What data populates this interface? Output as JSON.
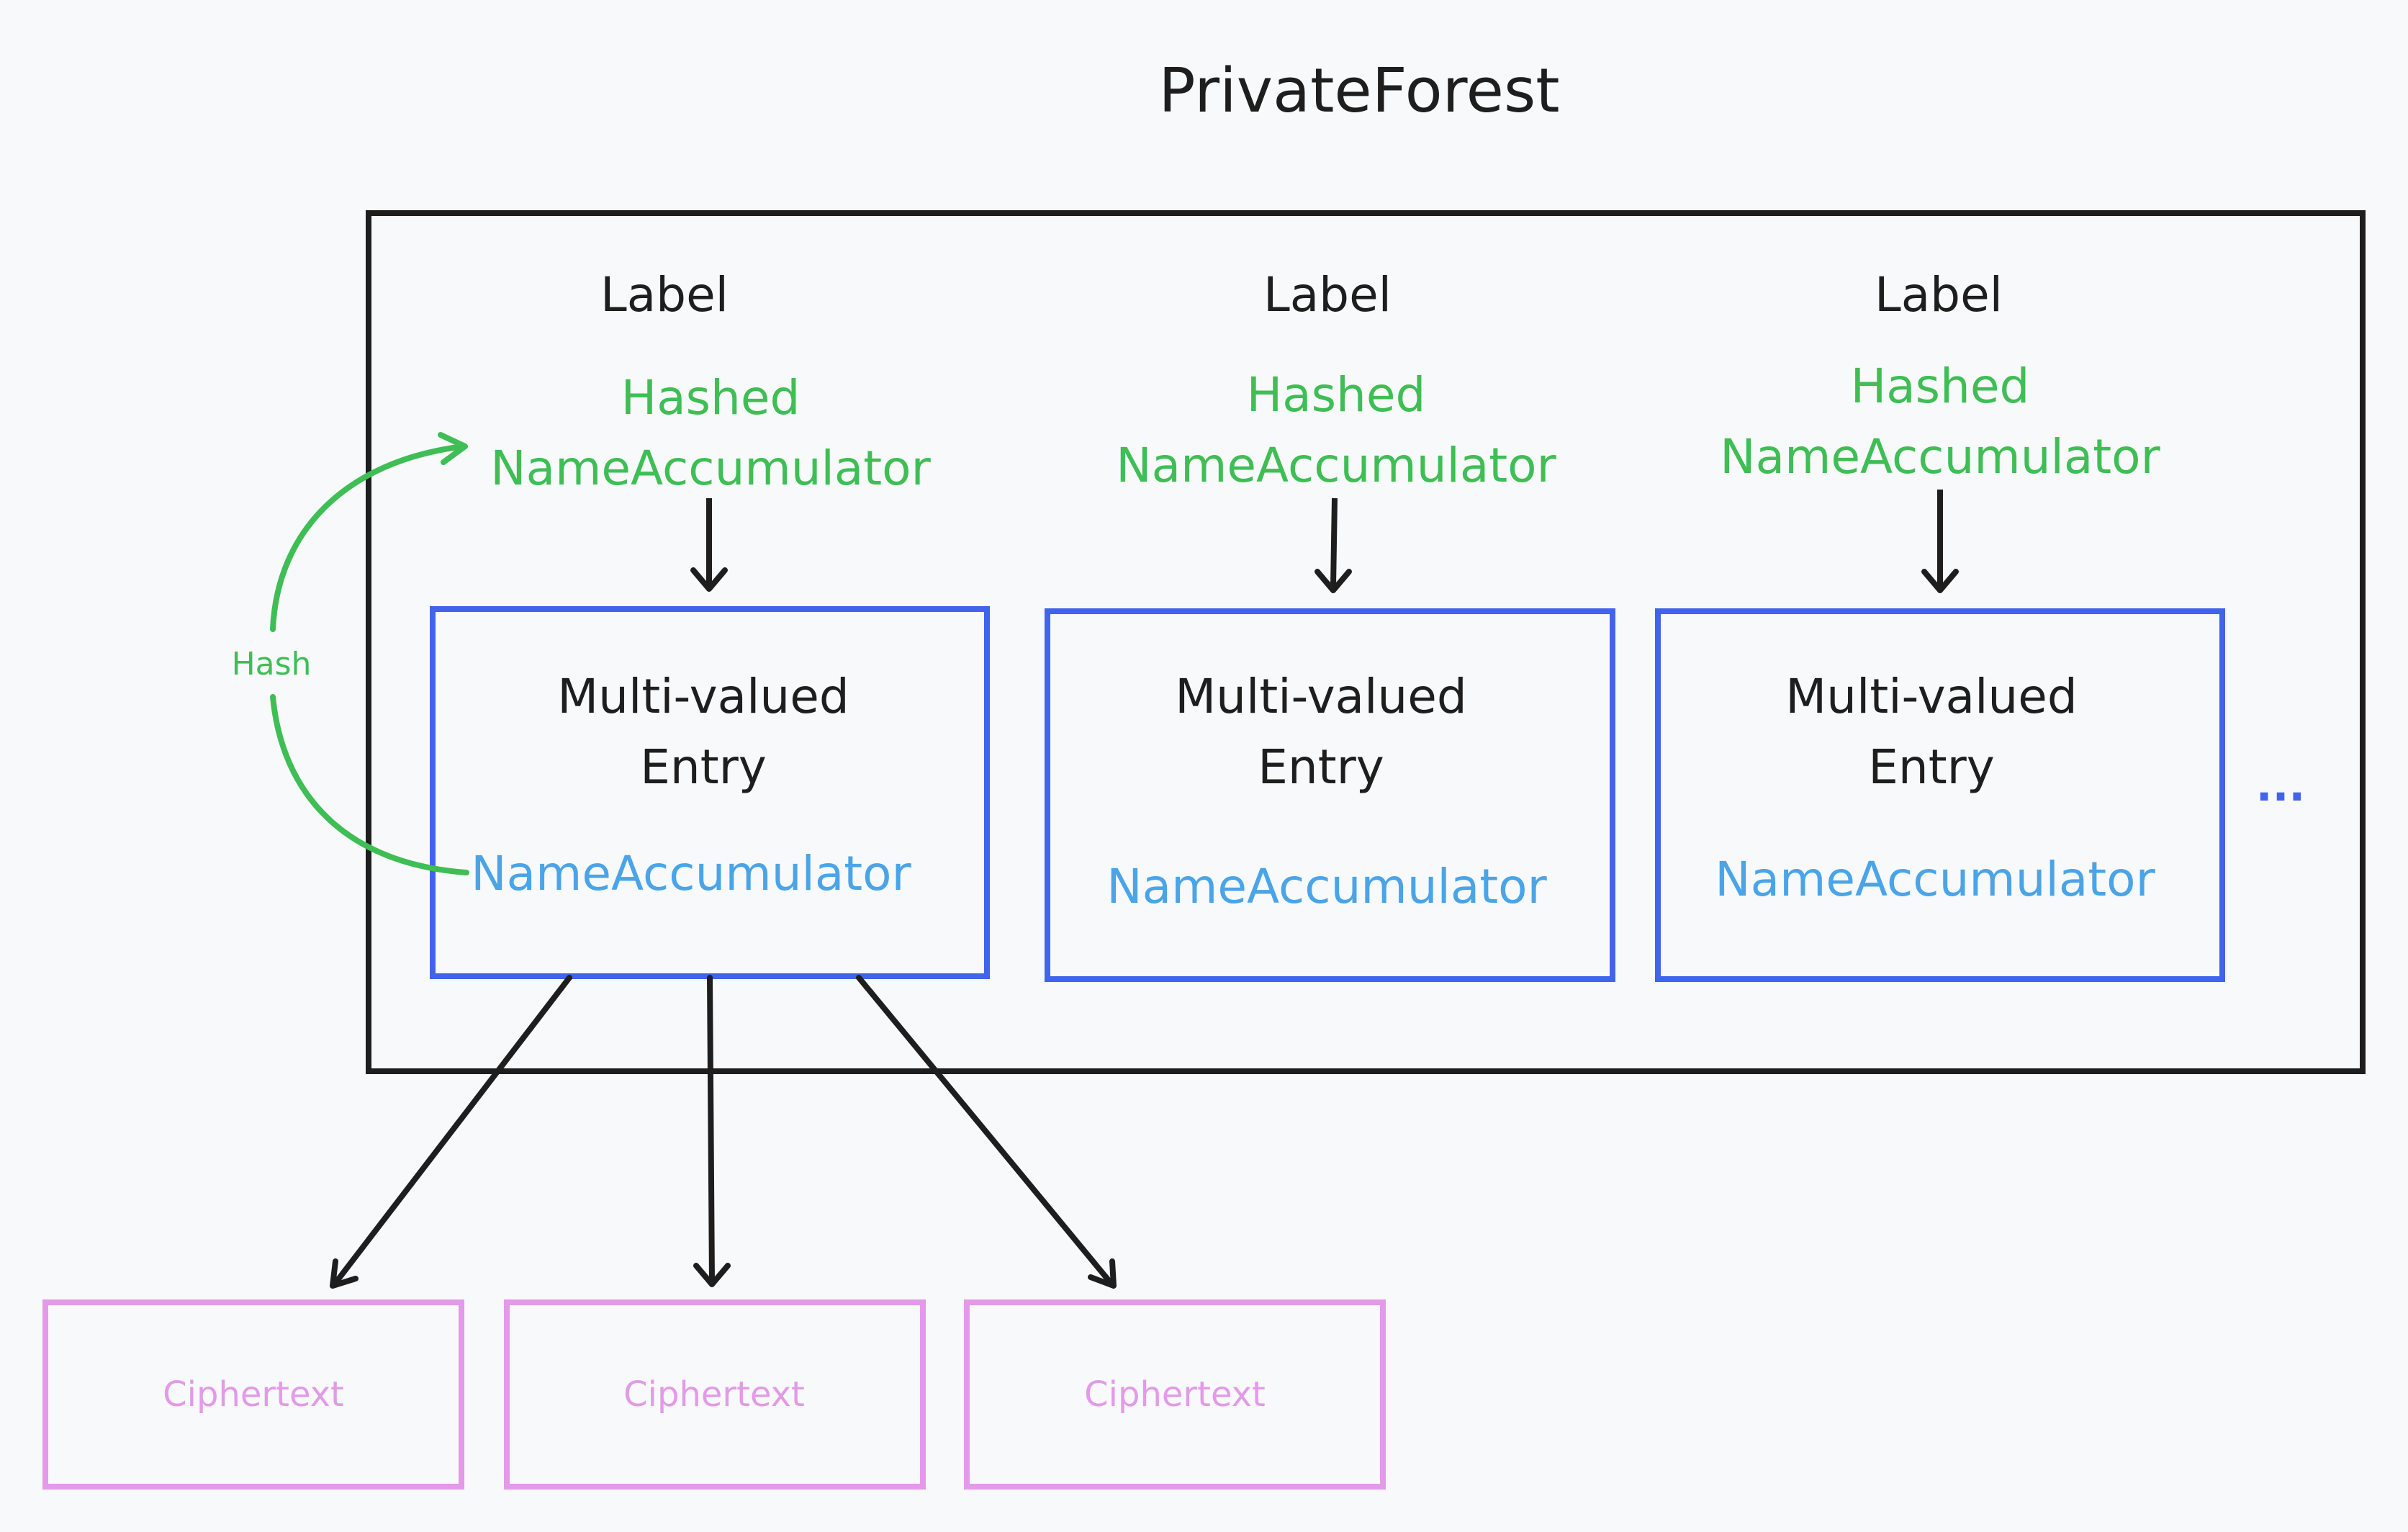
{
  "title": "PrivateForest",
  "columns": [
    {
      "label": "Label",
      "hashed_line1": "Hashed",
      "hashed_line2": "NameAccumulator",
      "entry_line1": "Multi-valued",
      "entry_line2": "Entry",
      "accumulator": "NameAccumulator"
    },
    {
      "label": "Label",
      "hashed_line1": "Hashed",
      "hashed_line2": "NameAccumulator",
      "entry_line1": "Multi-valued",
      "entry_line2": "Entry",
      "accumulator": "NameAccumulator"
    },
    {
      "label": "Label",
      "hashed_line1": "Hashed",
      "hashed_line2": "NameAccumulator",
      "entry_line1": "Multi-valued",
      "entry_line2": "Entry",
      "accumulator": "NameAccumulator"
    }
  ],
  "ellipsis": "...",
  "hash_label": "Hash",
  "ciphertexts": [
    "Ciphertext",
    "Ciphertext",
    "Ciphertext"
  ],
  "colors": {
    "background": "#f8f9fa",
    "outline": "#1e1e1e",
    "entry_box": "#4263eb",
    "hashed": "#3ebe55",
    "accumulator": "#4aa4e8",
    "ciphertext": "#e29ae9"
  }
}
